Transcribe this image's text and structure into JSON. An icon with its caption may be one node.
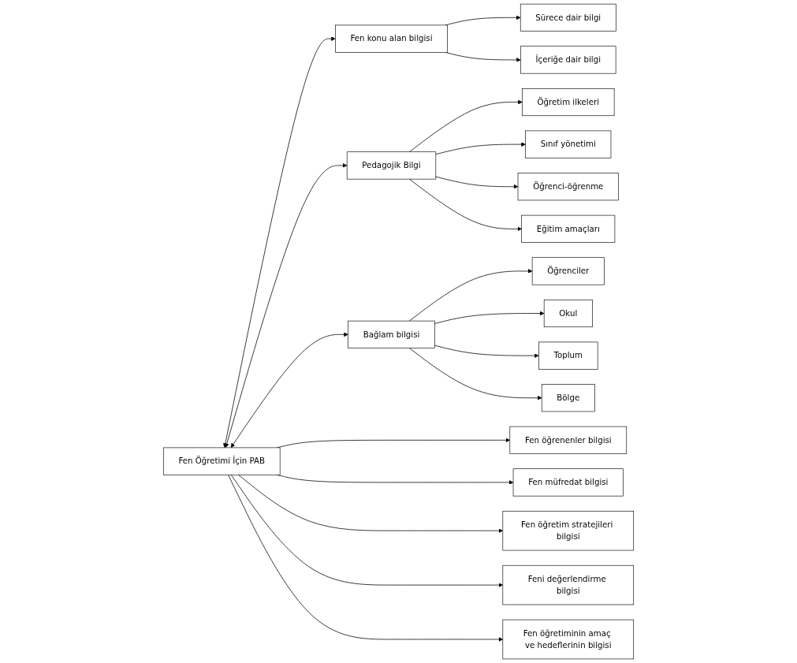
{
  "diagram": {
    "nodes": [
      {
        "text": [
          "Sürece dair bilgi"
        ]
      },
      {
        "text": [
          "İçeriğe dair bilgi"
        ]
      },
      {
        "text": [
          "Fen konu alan bilgisi"
        ]
      },
      {
        "text": [
          "Pedagojik Bilgi"
        ]
      },
      {
        "text": [
          "Öğretim ilkeleri"
        ]
      },
      {
        "text": [
          "Sınıf yönetimi"
        ]
      },
      {
        "text": [
          "Öğrenci-öğrenme"
        ]
      },
      {
        "text": [
          "Eğitim amaçları"
        ]
      },
      {
        "text": [
          "Fen Öğretimi İçin PAB"
        ]
      },
      {
        "text": [
          "Bağlam bilgisi"
        ]
      },
      {
        "text": [
          "Öğrenciler"
        ]
      },
      {
        "text": [
          "Okul"
        ]
      },
      {
        "text": [
          "Toplum"
        ]
      },
      {
        "text": [
          "Bölge"
        ]
      },
      {
        "text": [
          "Fen öğrenenler bilgisi"
        ]
      },
      {
        "text": [
          "Fen müfredat bilgisi"
        ]
      },
      {
        "text": [
          "Fen öğretim stratejileri bilgisi"
        ]
      },
      {
        "text": [
          "Feni değerlendirme bilgisi"
        ]
      },
      {
        "text": [
          "Fen öğretiminin amaç ve hedeflerinin bilgisi"
        ]
      }
    ],
    "edges": [
      {
        "from": 2,
        "to": 0,
        "arrow": "to"
      },
      {
        "from": 2,
        "to": 1,
        "arrow": "to"
      },
      {
        "from": 2,
        "to": 8,
        "arrow": "both"
      },
      {
        "from": 8,
        "to": 3,
        "arrow": "both"
      },
      {
        "from": 3,
        "to": 4,
        "arrow": "to"
      },
      {
        "from": 3,
        "to": 5,
        "arrow": "to"
      },
      {
        "from": 3,
        "to": 6,
        "arrow": "to"
      },
      {
        "from": 3,
        "to": 7,
        "arrow": "to"
      },
      {
        "from": 8,
        "to": 9,
        "arrow": "both"
      },
      {
        "from": 9,
        "to": 10,
        "arrow": "to"
      },
      {
        "from": 9,
        "to": 11,
        "arrow": "to"
      },
      {
        "from": 9,
        "to": 12,
        "arrow": "to"
      },
      {
        "from": 9,
        "to": 13,
        "arrow": "to"
      },
      {
        "from": 8,
        "to": 14,
        "arrow": "to"
      },
      {
        "from": 8,
        "to": 15,
        "arrow": "to"
      },
      {
        "from": 8,
        "to": 16,
        "arrow": "to"
      },
      {
        "from": 8,
        "to": 17,
        "arrow": "to"
      },
      {
        "from": 8,
        "to": 18,
        "arrow": "to"
      }
    ]
  }
}
